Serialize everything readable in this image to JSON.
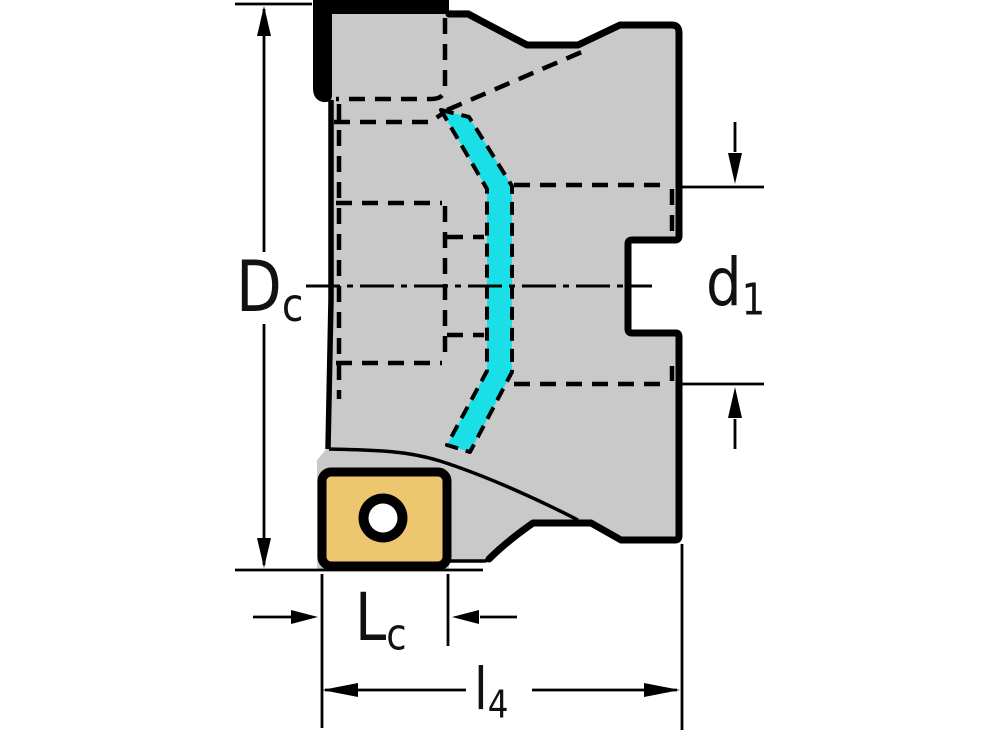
{
  "drawing": {
    "kind": "technical-drawing-milling-cutter-side-view",
    "labels": {
      "cutting_diameter": {
        "main": "D",
        "sub": "c"
      },
      "connection_diameter": {
        "main": "d",
        "sub": "1"
      },
      "cutting_edge_length": {
        "main": "L",
        "sub": "c"
      },
      "projection_length": {
        "main": "l",
        "sub": "4"
      }
    },
    "colors": {
      "background": "#ffffff",
      "body": "#c9c9c9",
      "outline": "#000000",
      "flute_highlight": "#1bdfe6",
      "insert_fill": "#ecc76f",
      "insert_hole": "#ffffff"
    }
  }
}
